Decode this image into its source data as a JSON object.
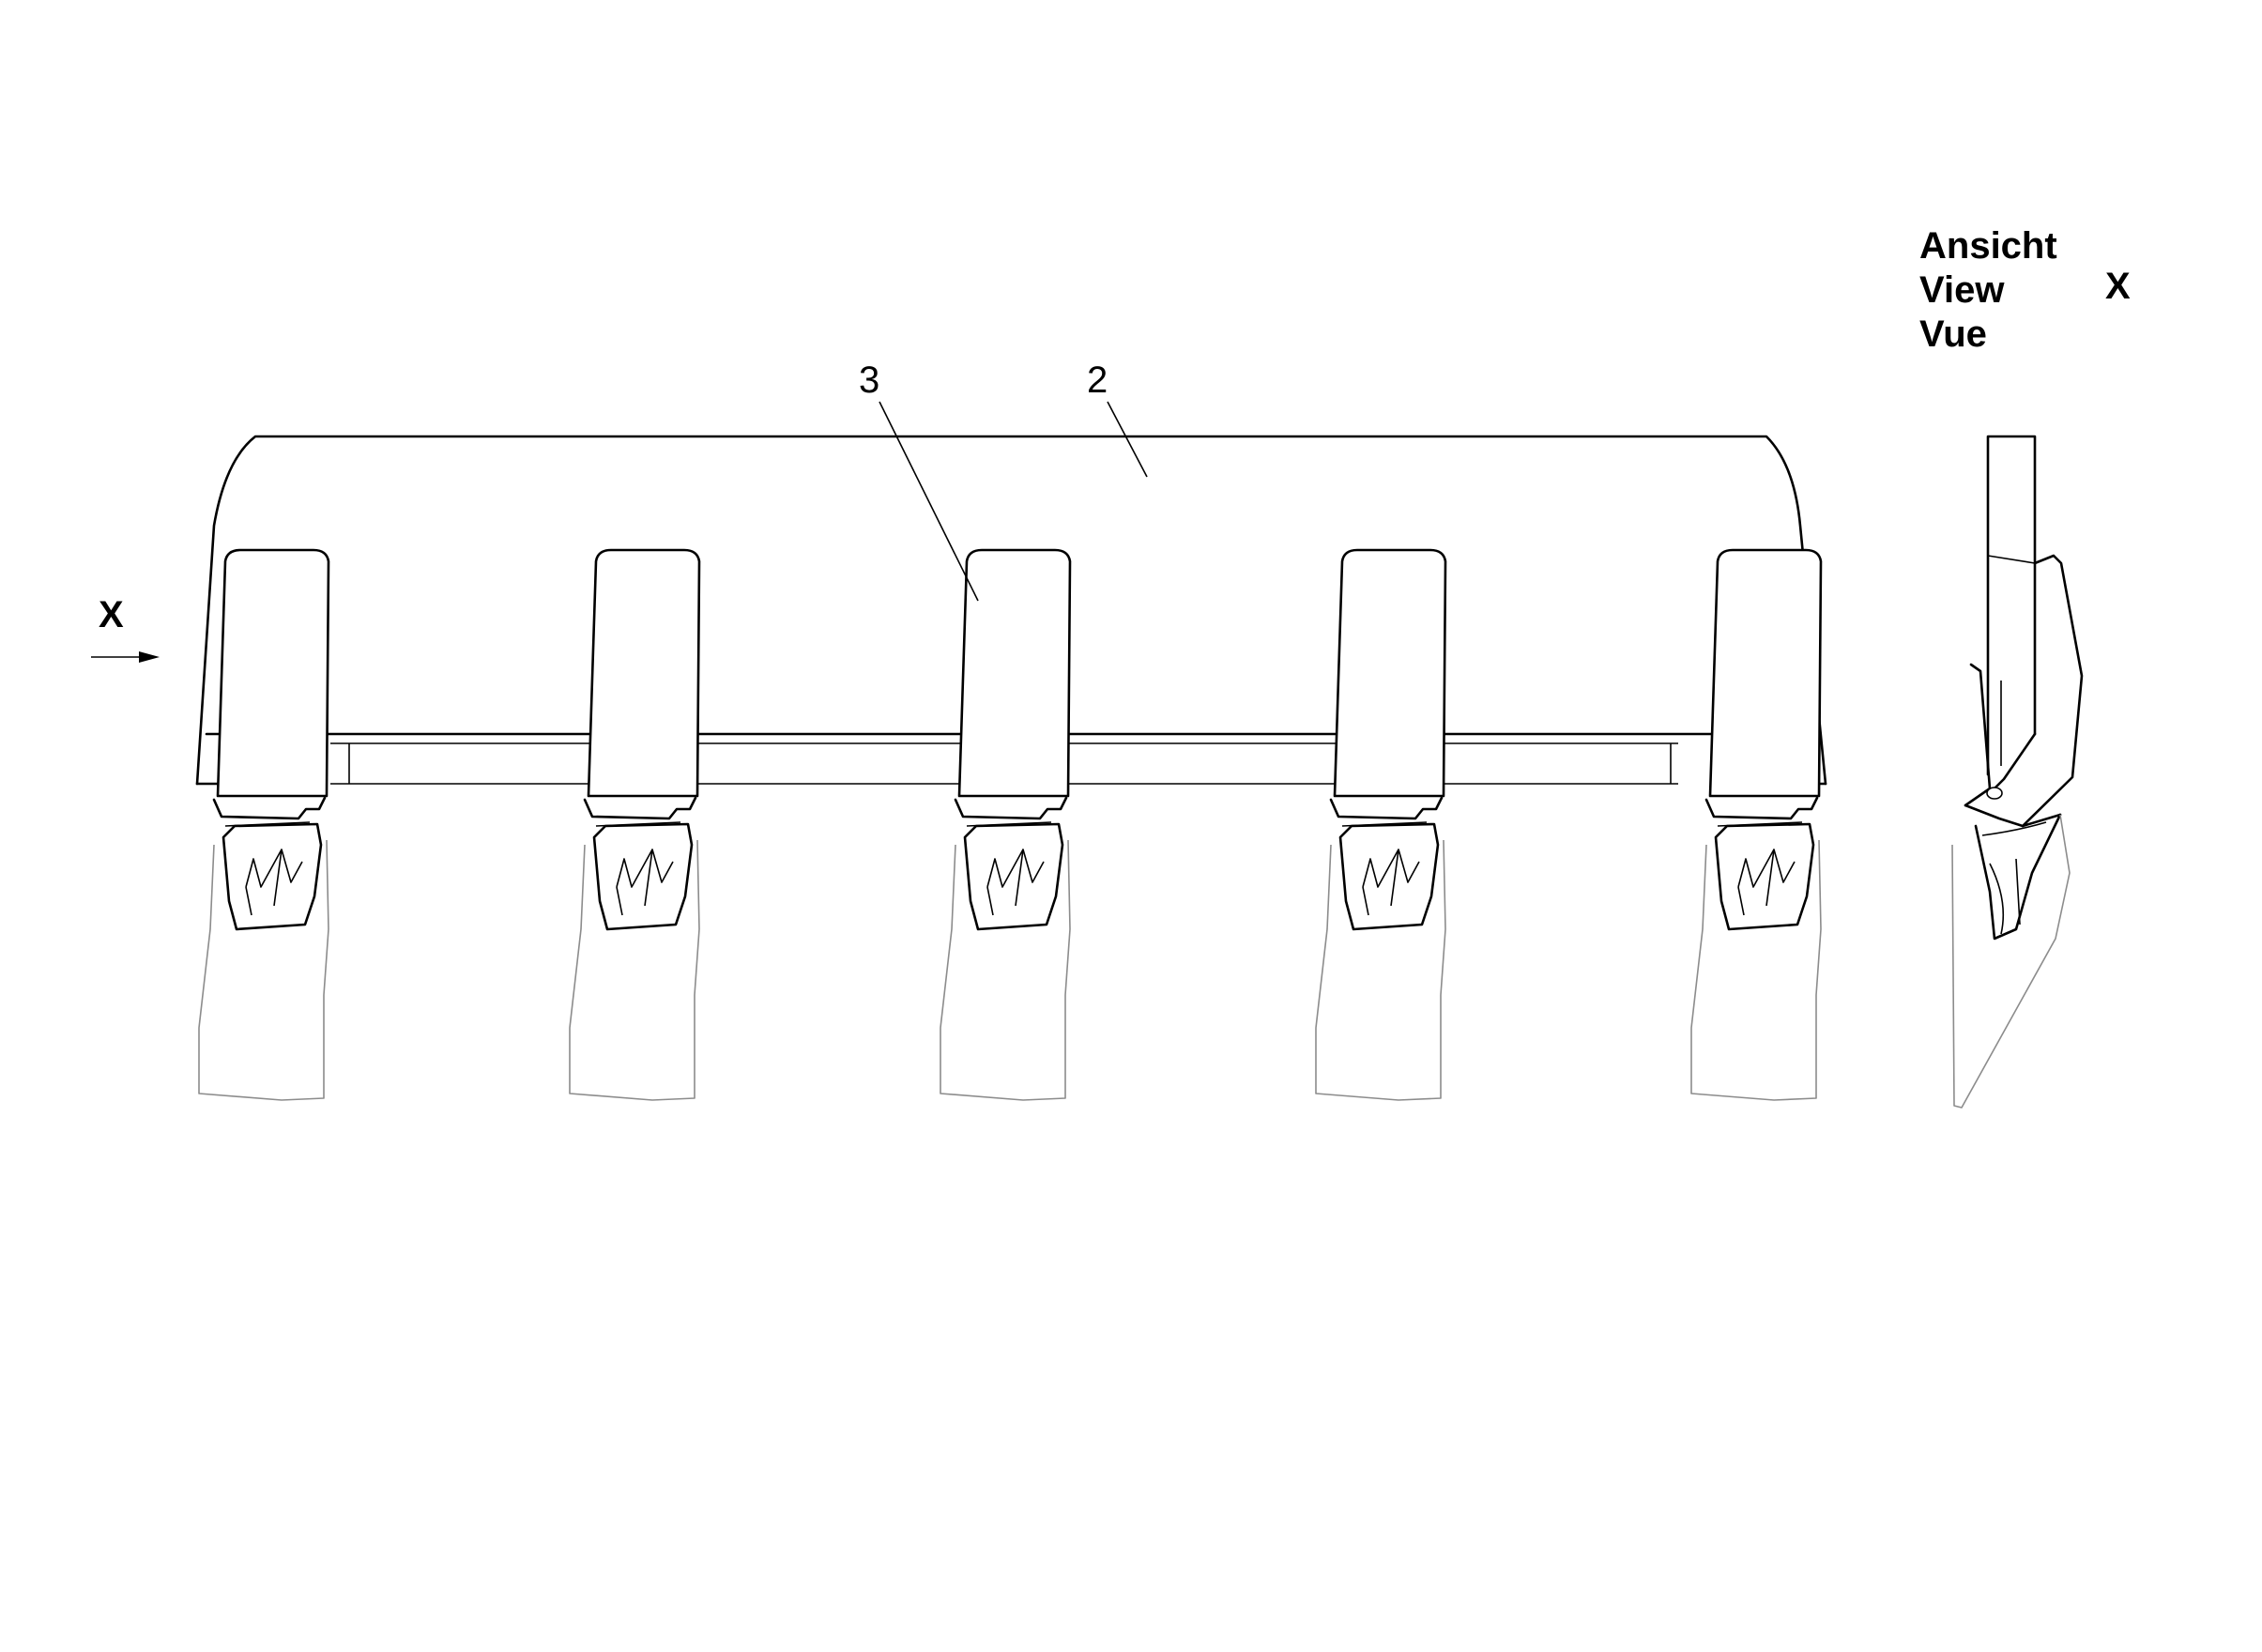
{
  "callouts": {
    "bucket": "2",
    "tooth_adapter": "3"
  },
  "view_arrow": {
    "letter": "X"
  },
  "view_title": {
    "lines": [
      "Ansicht",
      "View",
      "Vue"
    ],
    "letter": "X"
  },
  "tooth_count": 5
}
